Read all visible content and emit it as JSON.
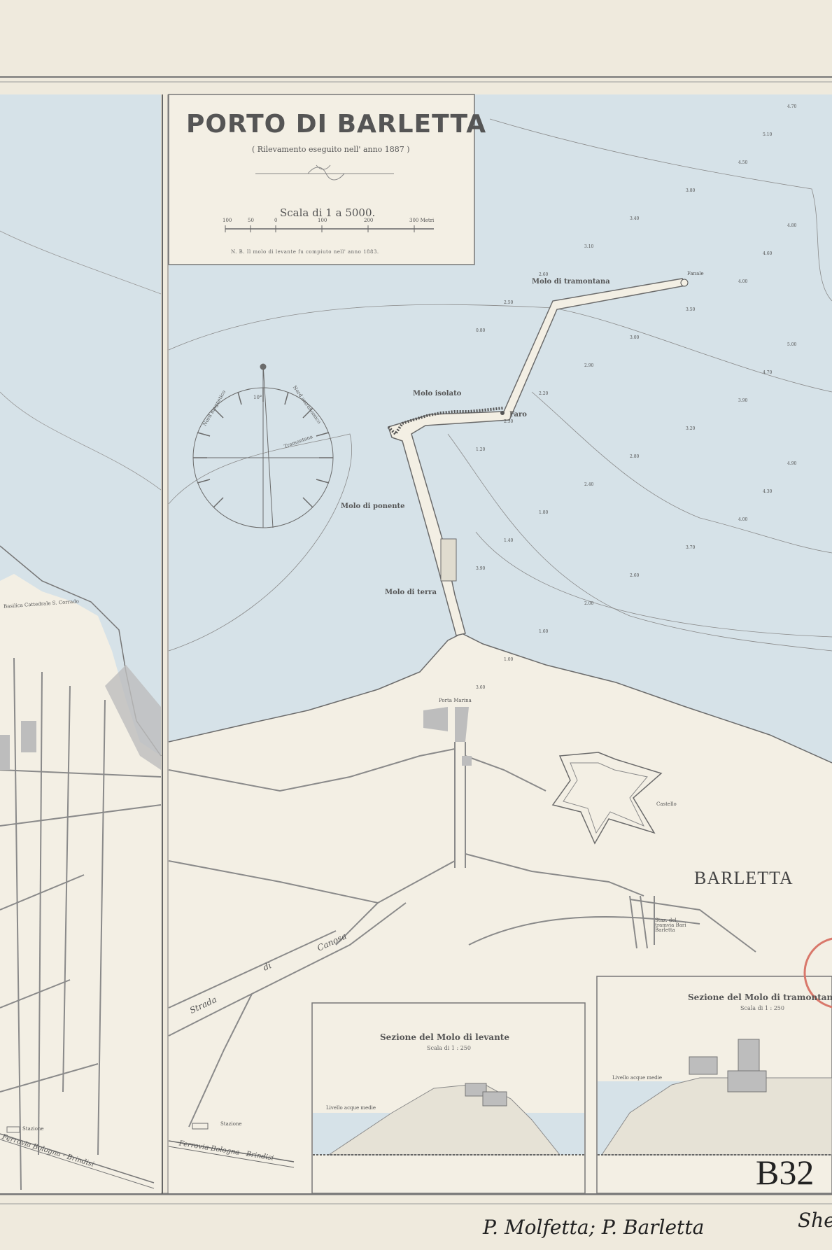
{
  "map": {
    "title": "PORTO DI BARLETTA",
    "subtitle": "( Rilevamento eseguito nell' anno 1887 )",
    "scale": "Scala di 1 a 5000.",
    "scale_ticks": [
      "100",
      "50",
      "0",
      "100",
      "200",
      "300 Metri"
    ],
    "note": "N. B. Il molo di levante fu compiuto nell' anno 1883.",
    "labels": {
      "molo_tramontana": "Molo di tramontana",
      "fanale": "Fanale",
      "molo_isolato": "Molo isolato",
      "faro": "Faro",
      "molo_ponente": "Molo di ponente",
      "molo_terra": "Molo di terra",
      "porta_marina": "Porta Marina",
      "castello": "Castello",
      "city": "BARLETTA",
      "stazione_tramvia": "Staz. del tramvia Bari Barletta",
      "stazione": "Stazione",
      "strada": "Strada",
      "di": "di",
      "canosa": "Canosa",
      "ferrovia": "Ferrovia Bologna - Brindisi",
      "left_ferrovia": "Ferrovia Bologna - Brindisi",
      "left_stazione": "Stazione",
      "basilica": "Basilica Cattedrale S. Corrado",
      "compass_1": "Nord magnetico",
      "compass_2": "Nord astronomico",
      "compass_3": "Tramontana",
      "compass_ang": "10°"
    },
    "soundings": [
      "4.70",
      "4.80",
      "5.00",
      "4.90",
      "5.10",
      "4.60",
      "4.70",
      "4.30",
      "4.50",
      "4.00",
      "3.90",
      "4.00",
      "3.80",
      "3.50",
      "3.20",
      "3.70",
      "3.40",
      "3.00",
      "2.80",
      "2.60",
      "3.10",
      "2.90",
      "2.40",
      "2.00",
      "2.60",
      "2.20",
      "1.80",
      "1.60",
      "2.50",
      "2.30",
      "1.40",
      "1.00",
      "0.80",
      "1.20",
      "3.90",
      "3.60"
    ]
  },
  "sections": {
    "levante_title": "Sezione del Molo di levante",
    "levante_scale": "Scala di 1 : 250",
    "levante_sea": "Livello acque medie",
    "tramontana_title": "Sezione del Molo di tramontana",
    "tramontana_scale": "Scala di 1 : 250",
    "tramontana_sea": "Livello acque medie"
  },
  "shelfmark": "B32",
  "handwritten_1": "P. Molfetta; P. Barletta",
  "handwritten_2": "Shel",
  "colors": {
    "sea": "#d6e2e8",
    "land": "#f3efe4",
    "ink": "#6b6b6b",
    "paper": "#efeadd",
    "stamp": "#d9786b"
  }
}
